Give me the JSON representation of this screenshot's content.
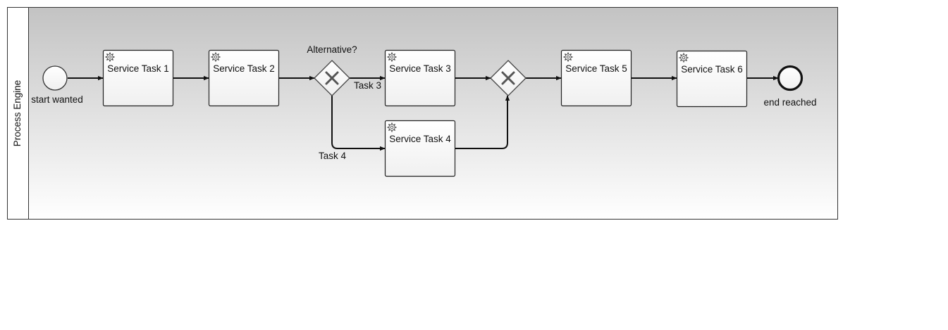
{
  "pool": {
    "label": "Process Engine"
  },
  "start_event": {
    "label": "start wanted"
  },
  "end_event": {
    "label": "end reached"
  },
  "tasks": [
    {
      "label": "Service Task 1",
      "icon": "gear-icon"
    },
    {
      "label": "Service Task 2",
      "icon": "gear-icon"
    },
    {
      "label": "Service Task 3",
      "icon": "gear-icon"
    },
    {
      "label": "Service Task 4",
      "icon": "gear-icon"
    },
    {
      "label": "Service Task 5",
      "icon": "gear-icon"
    },
    {
      "label": "Service Task 6",
      "icon": "gear-icon"
    }
  ],
  "gateways": [
    {
      "label": "Alternative?",
      "type": "exclusive"
    },
    {
      "label": "",
      "type": "exclusive"
    }
  ],
  "flow_labels": {
    "to_task3": "Task 3",
    "to_task4": "Task 4"
  }
}
